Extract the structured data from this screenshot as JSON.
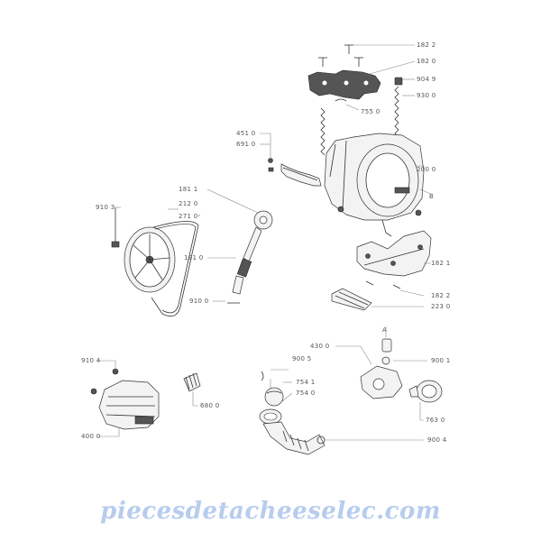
{
  "labels": {
    "l1822a": "182 2",
    "l1820": "182 0",
    "l9049": "904 9",
    "l9300": "930 0",
    "l7550": "755 0",
    "l4510": "451 0",
    "l6910": "691 0",
    "l2000": "200 0",
    "lB": "B",
    "l9103": "910 3",
    "l1811": "181 1",
    "l2120": "212 0",
    "l2710": "271 0",
    "l1810": "181 0",
    "l9100": "910 0",
    "l1821": "182 1",
    "l1822b": "182 2",
    "l2230": "223 0",
    "l4300": "430 0",
    "lA": "A",
    "l9005": "900 5",
    "l9001": "900 1",
    "l7541": "754 1",
    "l7540": "754 0",
    "l9104": "910 4",
    "l6800": "680 0",
    "l7630": "763 0",
    "l4000": "400 0",
    "l9004": "900 4"
  },
  "watermark": "piecesdetacheeselec.com"
}
